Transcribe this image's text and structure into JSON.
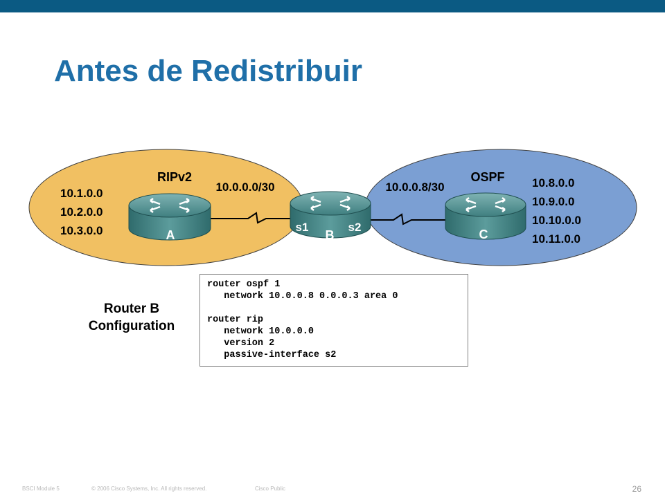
{
  "title": "Antes de Redistribuir",
  "colors": {
    "topbar": "#0b5a83",
    "title": "#1f6fa8",
    "ripv2_zone": "#f1c062",
    "ospf_zone": "#7b9fd3",
    "router_body": "#4f8f8f"
  },
  "zones": {
    "ripv2": {
      "label": "RIPv2",
      "networks": [
        "10.1.0.0",
        "10.2.0.0",
        "10.3.0.0"
      ]
    },
    "ospf": {
      "label": "OSPF",
      "networks": [
        "10.8.0.0",
        "10.9.0.0",
        "10.10.0.0",
        "10.11.0.0"
      ]
    }
  },
  "links": {
    "ab": "10.0.0.0/30",
    "bc": "10.0.0.8/30"
  },
  "routers": {
    "a": {
      "label": "A",
      "icon": "router-icon"
    },
    "b": {
      "label": "B",
      "icon": "router-icon",
      "left_if": "s1",
      "right_if": "s2"
    },
    "c": {
      "label": "C",
      "icon": "router-icon"
    }
  },
  "config": {
    "title_line1": "Router B",
    "title_line2": "Configuration",
    "lines": [
      "router ospf 1",
      "   network 10.0.0.8 0.0.0.3 area 0",
      "",
      "router rip",
      "   network 10.0.0.0",
      "   version 2",
      "   passive-interface s2"
    ]
  },
  "footer": {
    "module": "BSCI Module 5",
    "copyright": "© 2006 Cisco Systems, Inc. All rights reserved.",
    "classification": "Cisco Public",
    "page": "26"
  }
}
